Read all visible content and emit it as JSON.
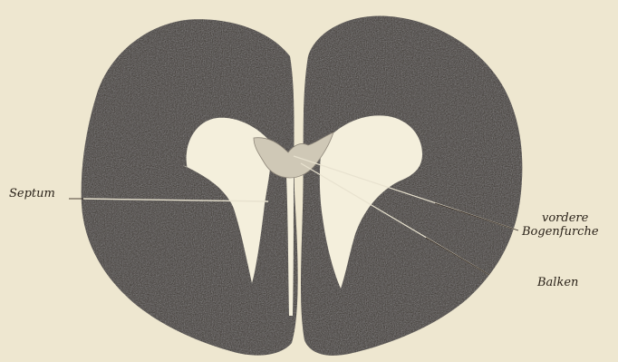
{
  "labels": {
    "septum": "Septum",
    "vordere": "vordere",
    "bogenfurche": "Bogenfurche",
    "balken": "Balken"
  },
  "colors": {
    "background": "#eee7d0",
    "tissue": "#322a24",
    "cavity": "#f4efdc",
    "corpus": "#cfc8b6",
    "leader_line": "#e8e2cf"
  }
}
